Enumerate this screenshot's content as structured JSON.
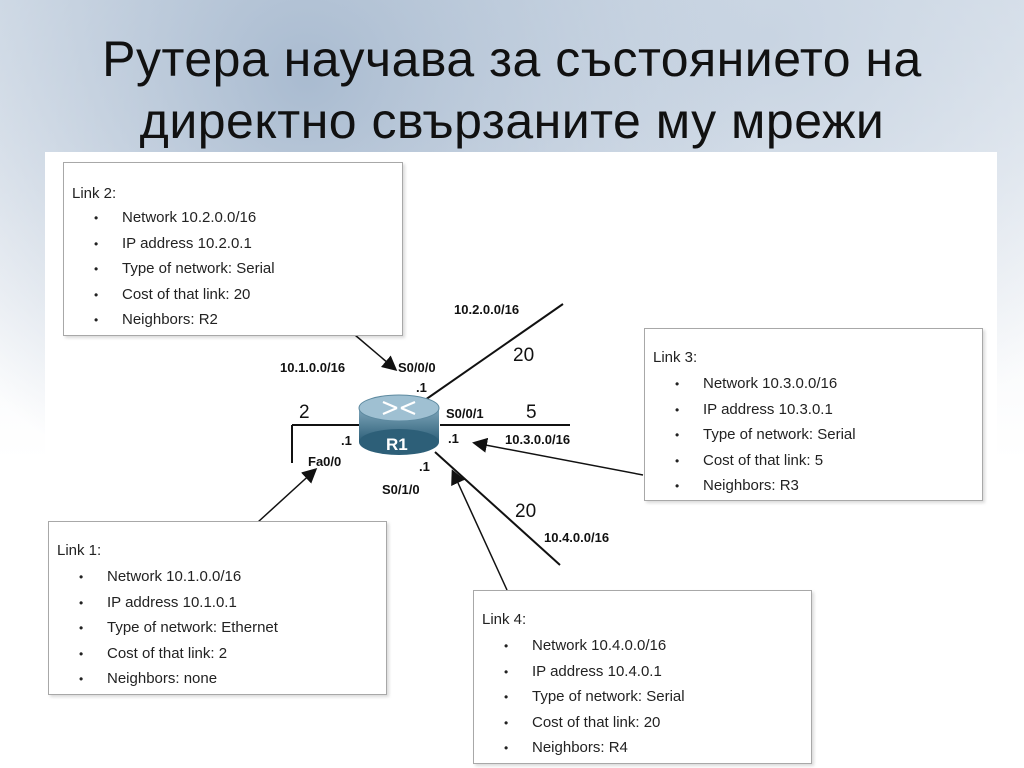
{
  "slide": {
    "title_line1": "Рутера научава за състоянието на",
    "title_line2": "директно свързаните му мрежи"
  },
  "router": {
    "name": "R1",
    "icon": "router-icon"
  },
  "links": [
    {
      "header": "Link 1:",
      "items": [
        "Network 10.1.0.0/16",
        "IP address 10.1.0.1",
        "Type of network: Ethernet",
        "Cost of that link: 2",
        "Neighbors: none"
      ]
    },
    {
      "header": "Link 2:",
      "items": [
        "Network 10.2.0.0/16",
        "IP address 10.2.0.1",
        "Type of network: Serial",
        "Cost of that link: 20",
        "Neighbors: R2"
      ]
    },
    {
      "header": "Link 3:",
      "items": [
        "Network 10.3.0.0/16",
        "IP address 10.3.0.1",
        "Type of network: Serial",
        "Cost of that link: 5",
        "Neighbors: R3"
      ]
    },
    {
      "header": "Link 4:",
      "items": [
        "Network 10.4.0.0/16",
        "IP address 10.4.0.1",
        "Type of network: Serial",
        "Cost of that link: 20",
        "Neighbors: R4"
      ]
    }
  ],
  "diagram": {
    "net1": "10.1.0.0/16",
    "net2": "10.2.0.0/16",
    "net3": "10.3.0.0/16",
    "net4": "10.4.0.0/16",
    "if_s000": "S0/0/0",
    "if_s001": "S0/0/1",
    "if_s010": "S0/1/0",
    "if_fa00": "Fa0/0",
    "host": ".1",
    "cost1": "2",
    "cost2": "20",
    "cost3": "5",
    "cost4": "20"
  }
}
